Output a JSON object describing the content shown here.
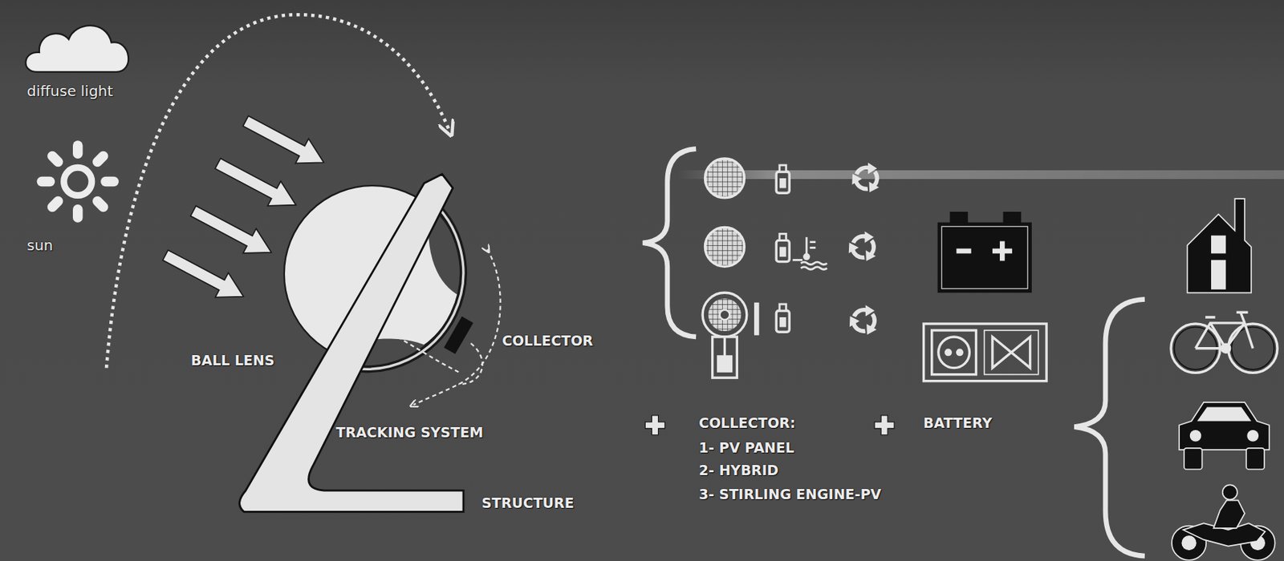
{
  "diagram": {
    "labels": [
      "diffuse light",
      "sun",
      "BALL LENS",
      "COLLECTOR",
      "TRACKING SYSTEM",
      "STRUCTURE",
      "COLLECTOR:",
      "1- PV PANEL",
      "2- HYBRID",
      "3- STIRLING ENGINE-PV",
      "BATTERY"
    ]
  }
}
